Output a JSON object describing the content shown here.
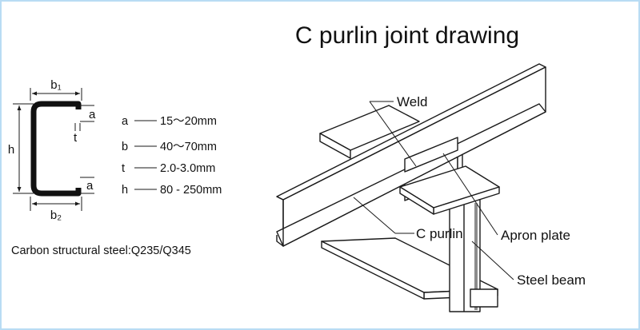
{
  "title": "C purlin joint drawing",
  "section": {
    "labels": {
      "b1": "b₁",
      "b2": "b₂",
      "h": "h",
      "a_top": "a",
      "a_bottom": "a",
      "t": "t"
    },
    "specs": [
      {
        "symbol": "a",
        "value": "15～20mm"
      },
      {
        "symbol": "b",
        "value": "40～70mm"
      },
      {
        "symbol": "t",
        "value": "2.0-3.0mm"
      },
      {
        "symbol": "h",
        "value": "80 - 250mm"
      }
    ],
    "material_note": "Carbon structural steel:Q235/Q345"
  },
  "callouts": {
    "weld": "Weld",
    "c_purlin": "C purlin",
    "apron_plate": "Apron plate",
    "steel_beam": "Steel beam"
  }
}
